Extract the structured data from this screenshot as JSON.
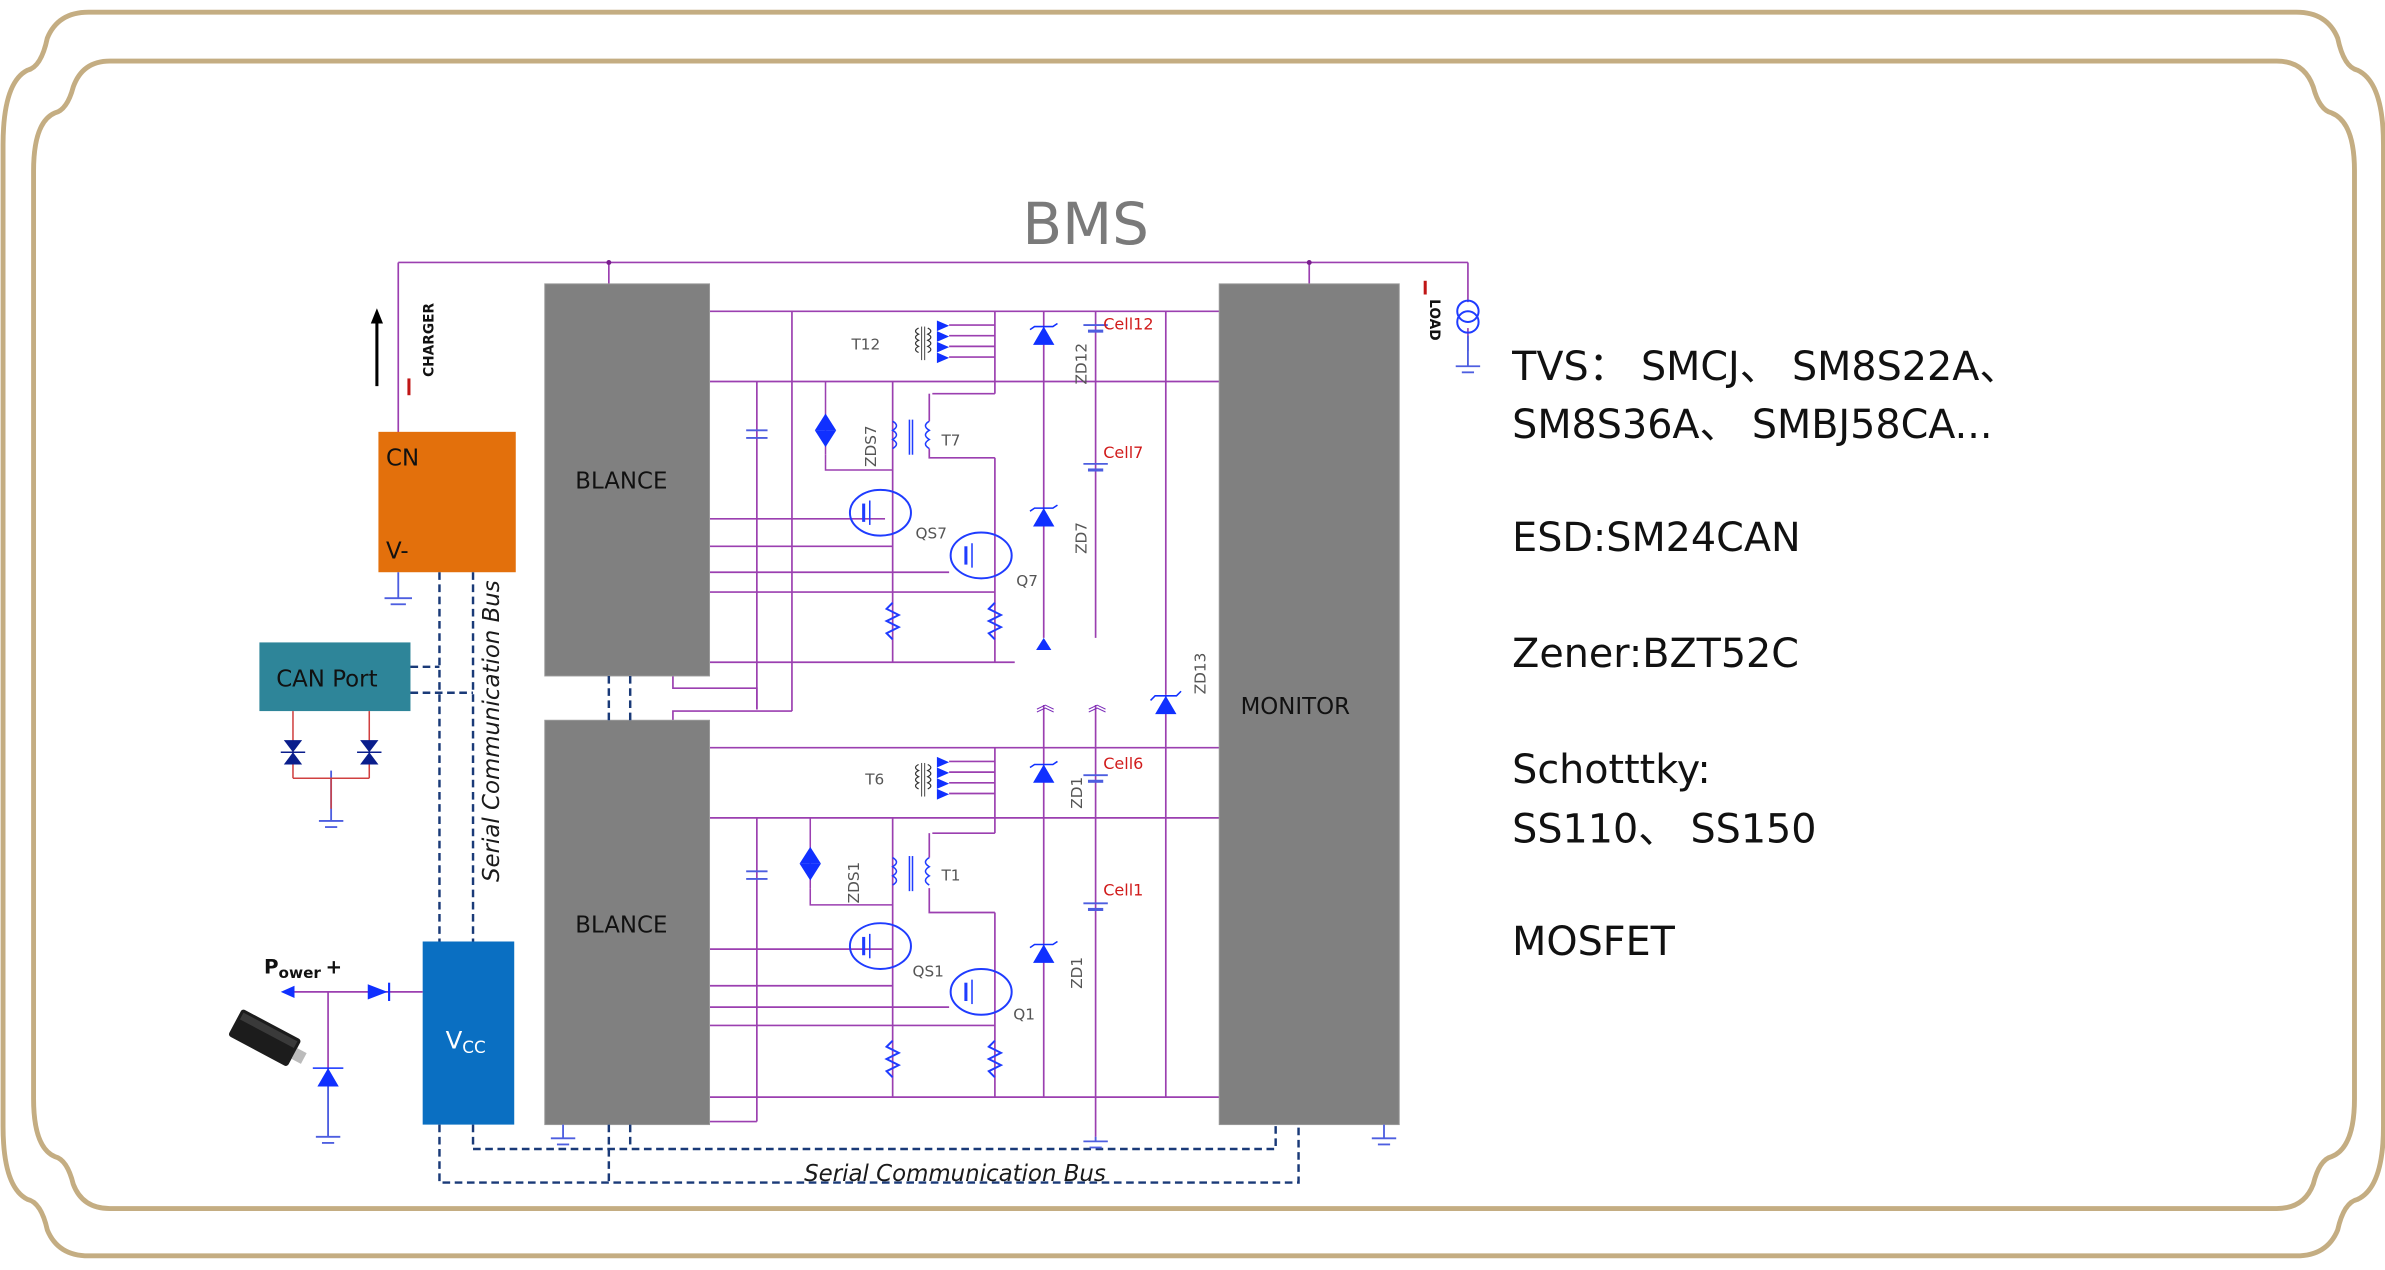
{
  "title": "BMS",
  "blocks": {
    "balance_top": "BLANCE",
    "balance_bottom": "BLANCE",
    "monitor": "MONITOR",
    "connector_top": "CN",
    "connector_bottom": "V-",
    "can_port": "CAN Port",
    "vcc_main": "V",
    "vcc_sub": "CC"
  },
  "labels": {
    "charger_i": "I",
    "charger": "CHARGER",
    "load_i": "I",
    "load": "LOAD",
    "power_main": "P",
    "power_sub": "ower",
    "power_plus": "+",
    "serial_bus_vertical": "Serial Communication Bus",
    "serial_bus_horizontal": "Serial Communication Bus"
  },
  "components": {
    "transformers": [
      "T12",
      "T7",
      "T6",
      "T1"
    ],
    "tvs_switch": [
      "ZDS7",
      "ZDS1"
    ],
    "mosfets": [
      "QS7",
      "Q7",
      "QS1",
      "Q1"
    ],
    "zeners": [
      "ZD12",
      "ZD7",
      "ZD1",
      "ZD1",
      "ZD13"
    ],
    "cells": [
      "Cell12",
      "Cell7",
      "Cell6",
      "Cell1"
    ]
  },
  "notes": [
    "TVS：  SMCJ、 SM8S22A、",
    "SM8S36A、 SMBJ58CA...",
    "ESD:SM24CAN",
    "Zener:BZT52C",
    "Schotttky:",
    "SS110、 SS150",
    "MOSFET"
  ],
  "colors": {
    "frame": "#c4ad82",
    "wire": "#9b3fb0",
    "component": "#1030ff",
    "block_gray": "#808080",
    "connector_orange": "#e3700c",
    "can_teal": "#2e8599",
    "vcc_blue": "#0a6fc2",
    "cell_label_red": "#d11b1b"
  }
}
